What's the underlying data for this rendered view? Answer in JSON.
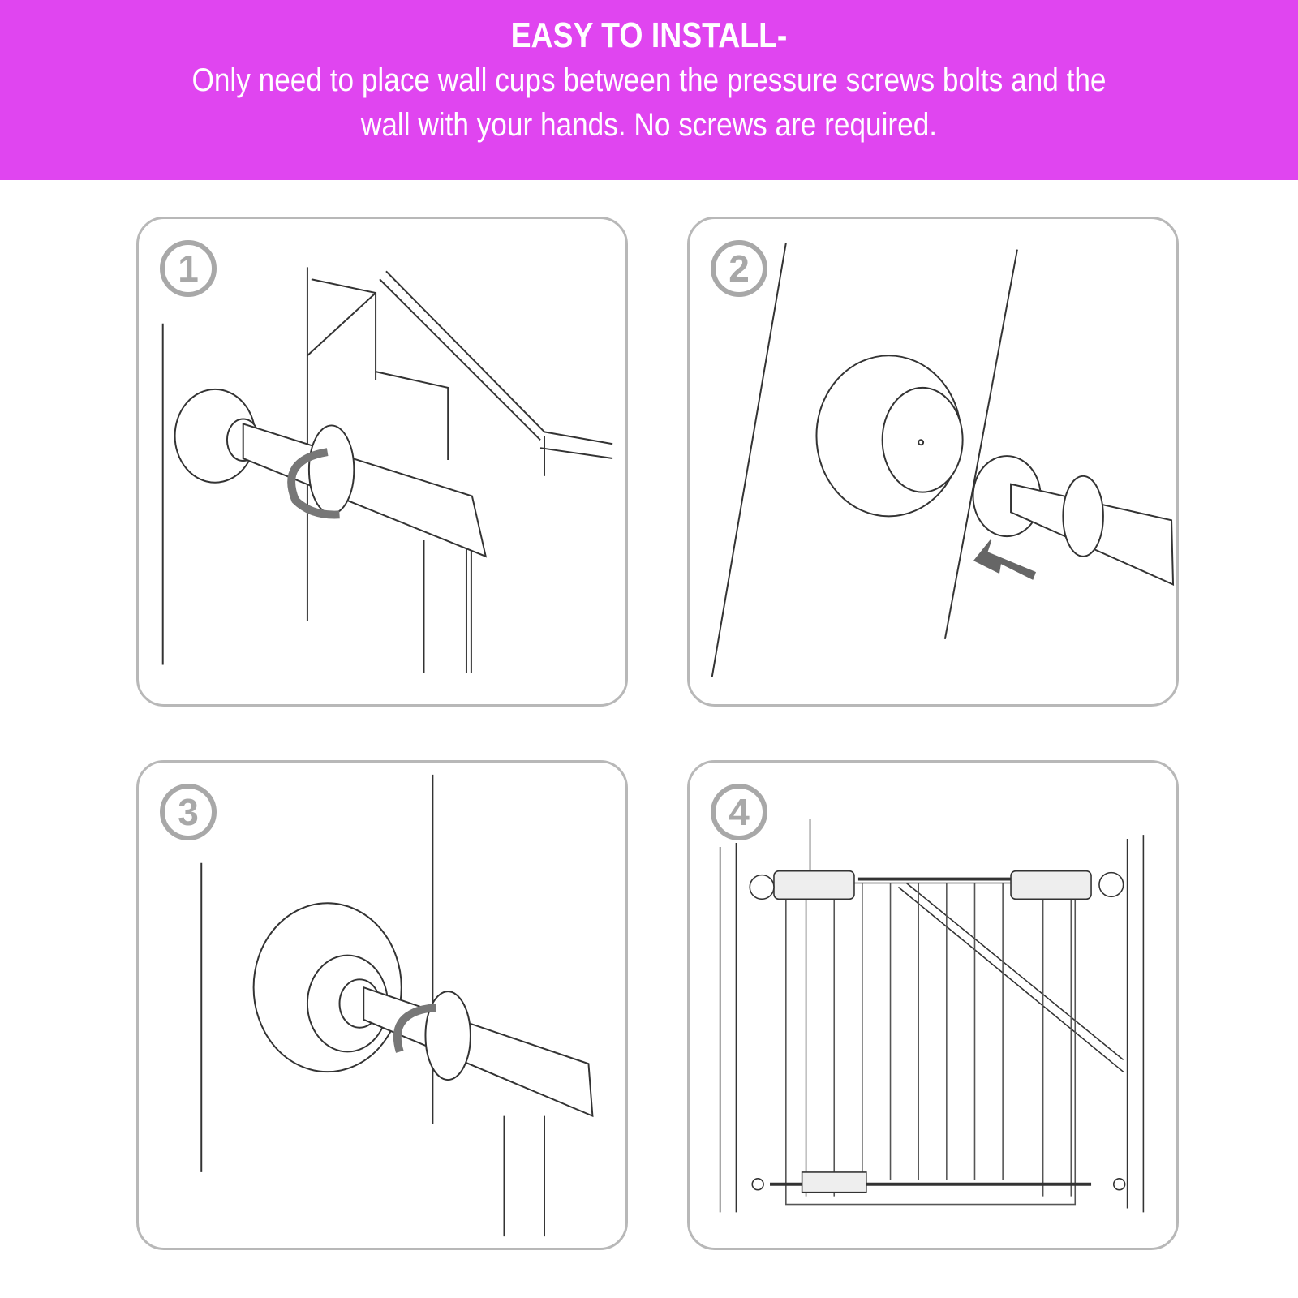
{
  "header": {
    "title": "EASY TO INSTALL-",
    "description_line1": "Only need to place wall cups between the pressure screws bolts and the",
    "description_line2": "wall with your hands. No screws are required.",
    "background_color": "#e045f0"
  },
  "steps": [
    {
      "number": "1"
    },
    {
      "number": "2"
    },
    {
      "number": "3"
    },
    {
      "number": "4"
    }
  ]
}
